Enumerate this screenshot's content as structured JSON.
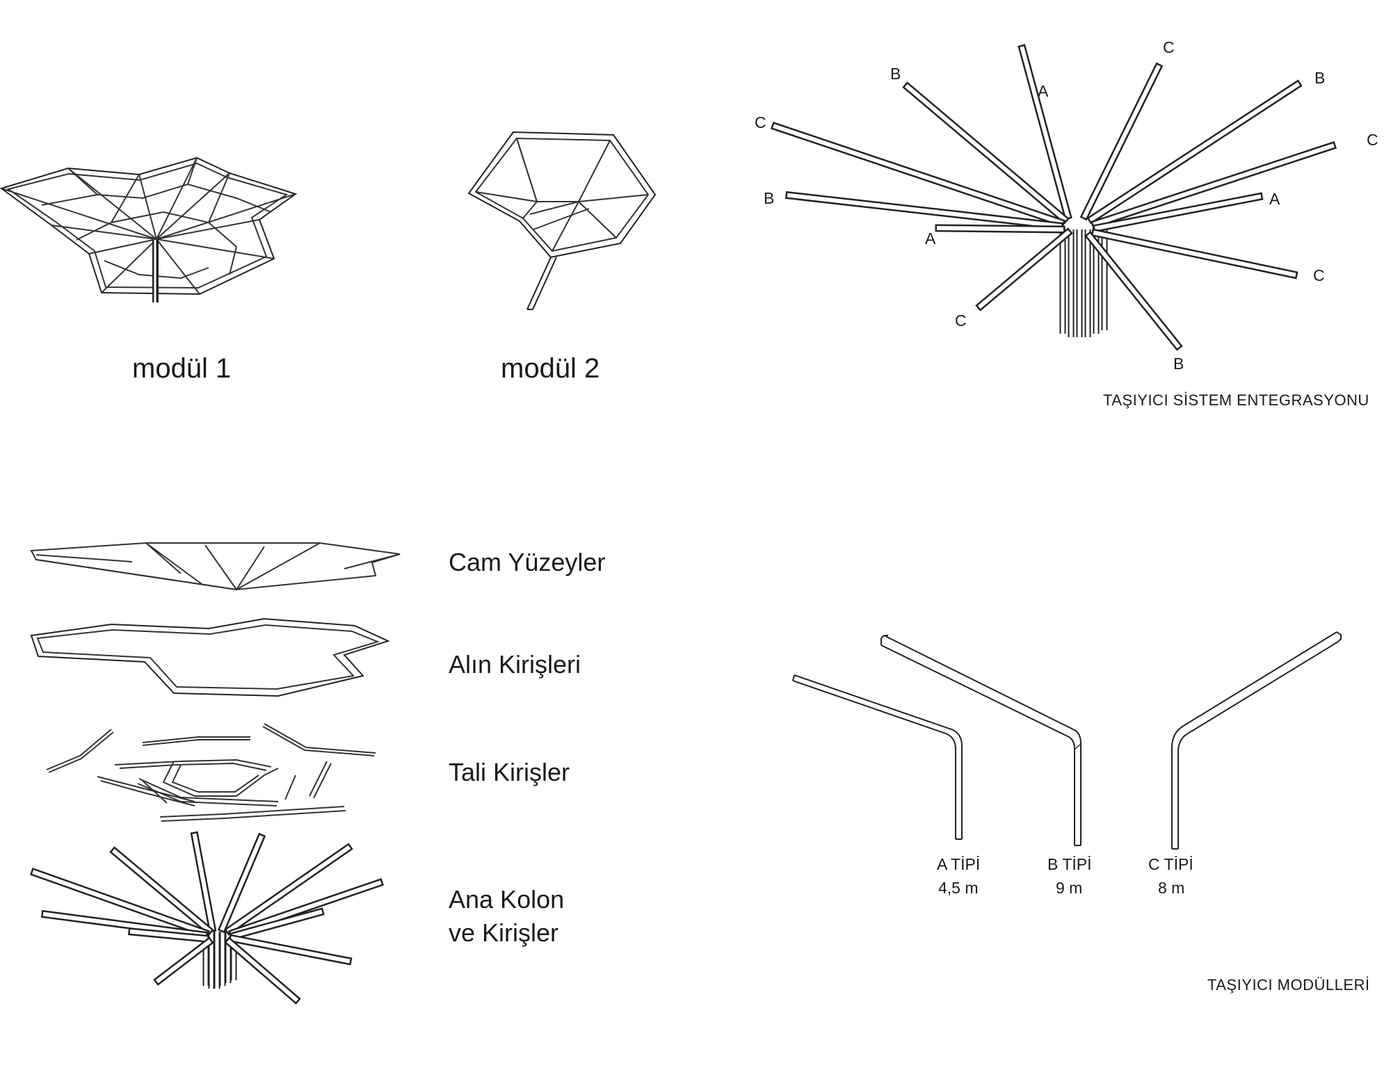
{
  "modules": {
    "module1_label": "modül 1",
    "module2_label": "modül 2"
  },
  "integration": {
    "title": "TAŞIYICI SİSTEM ENTEGRASYONU",
    "beam_labels": [
      "C",
      "B",
      "A",
      "C",
      "B",
      "C",
      "B",
      "A",
      "A",
      "C",
      "C",
      "B"
    ]
  },
  "layers": {
    "glass": "Cam Yüzeyler",
    "edge_beams": "Alın Kirişleri",
    "secondary_beams": "Tali Kirişler",
    "main_columns_line1": "Ana Kolon",
    "main_columns_line2": "ve Kirişler"
  },
  "carrier_modules": {
    "title": "TAŞIYICI MODÜLLERİ",
    "types": [
      {
        "name": "A TİPİ",
        "length": "4,5 m"
      },
      {
        "name": "B TİPİ",
        "length": "9 m"
      },
      {
        "name": "C TİPİ",
        "length": "8 m"
      }
    ]
  }
}
